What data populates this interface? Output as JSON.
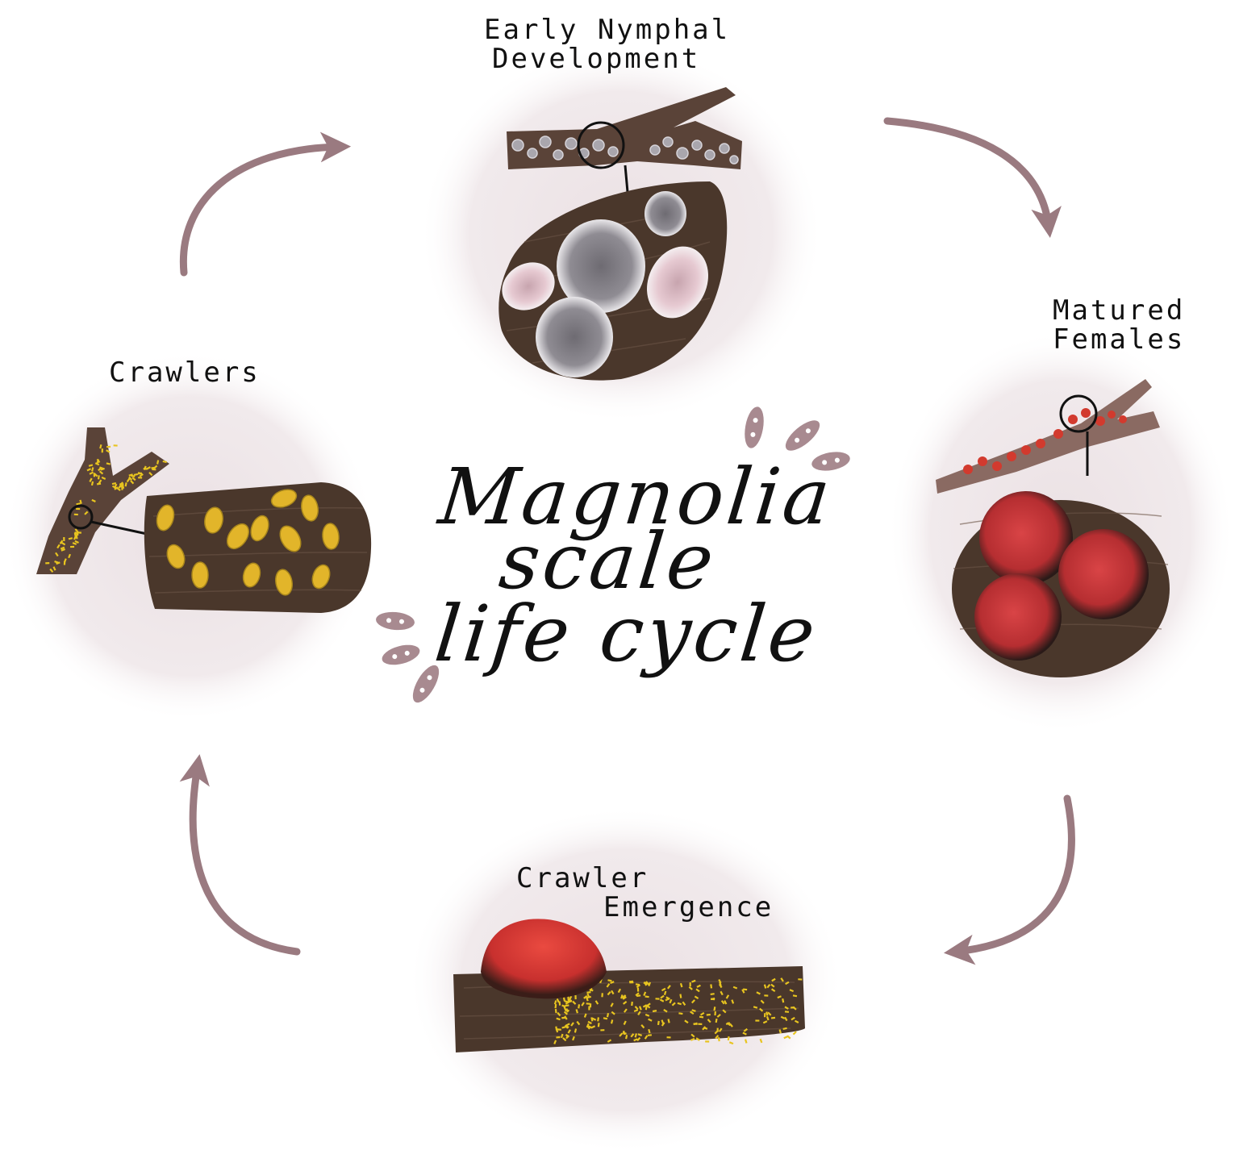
{
  "title": {
    "line1": "Magnolia",
    "line2": "scale",
    "line3": "life cycle"
  },
  "stages": [
    {
      "id": "early-nymphal",
      "label_line1": "Early Nymphal",
      "label_line2": "Development"
    },
    {
      "id": "matured-females",
      "label_line1": "Matured",
      "label_line2": "Females"
    },
    {
      "id": "crawler-emergence",
      "label_line1": "Crawler",
      "label_line2": "Emergence"
    },
    {
      "id": "crawlers",
      "label_line1": "Crawlers",
      "label_line2": ""
    }
  ],
  "colors": {
    "arrow": "#9a7a80",
    "bark": "#4a372b",
    "bark_dark": "#3a2a20",
    "wash": "#efe6e8",
    "nymph_grey": "#9d9ba0",
    "nymph_pink": "#e2c2cc",
    "female_red": "#c9383a",
    "crawler_yellow": "#e8c41f",
    "deco": "#a88a90"
  },
  "icons": [
    "cycle-arrow-icon",
    "decorative-dots-icon"
  ]
}
